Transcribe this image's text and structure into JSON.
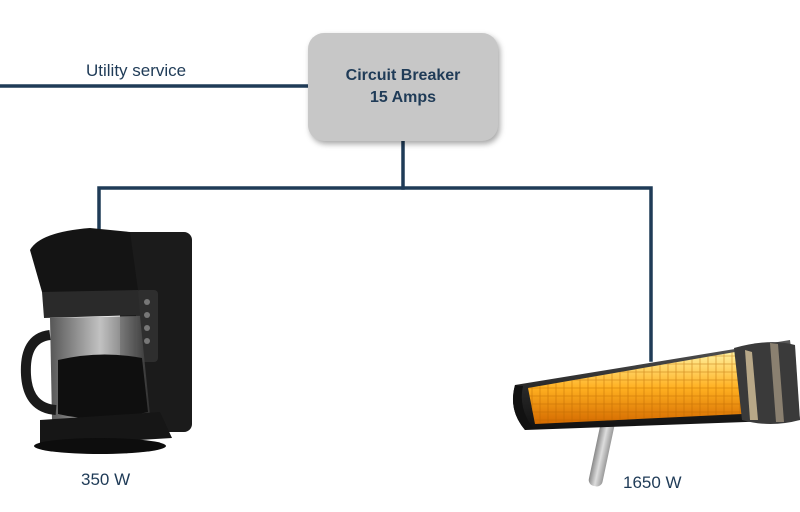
{
  "utility": {
    "label": "Utility service"
  },
  "breaker": {
    "title": "Circuit Breaker",
    "rating": "15 Amps"
  },
  "appliances": [
    {
      "name": "coffee-maker",
      "power_label": "350 W"
    },
    {
      "name": "space-heater",
      "power_label": "1650 W"
    }
  ],
  "colors": {
    "wire": "#1f3b57",
    "breaker_box": "#c7c7c7",
    "text": "#1f3b57"
  }
}
